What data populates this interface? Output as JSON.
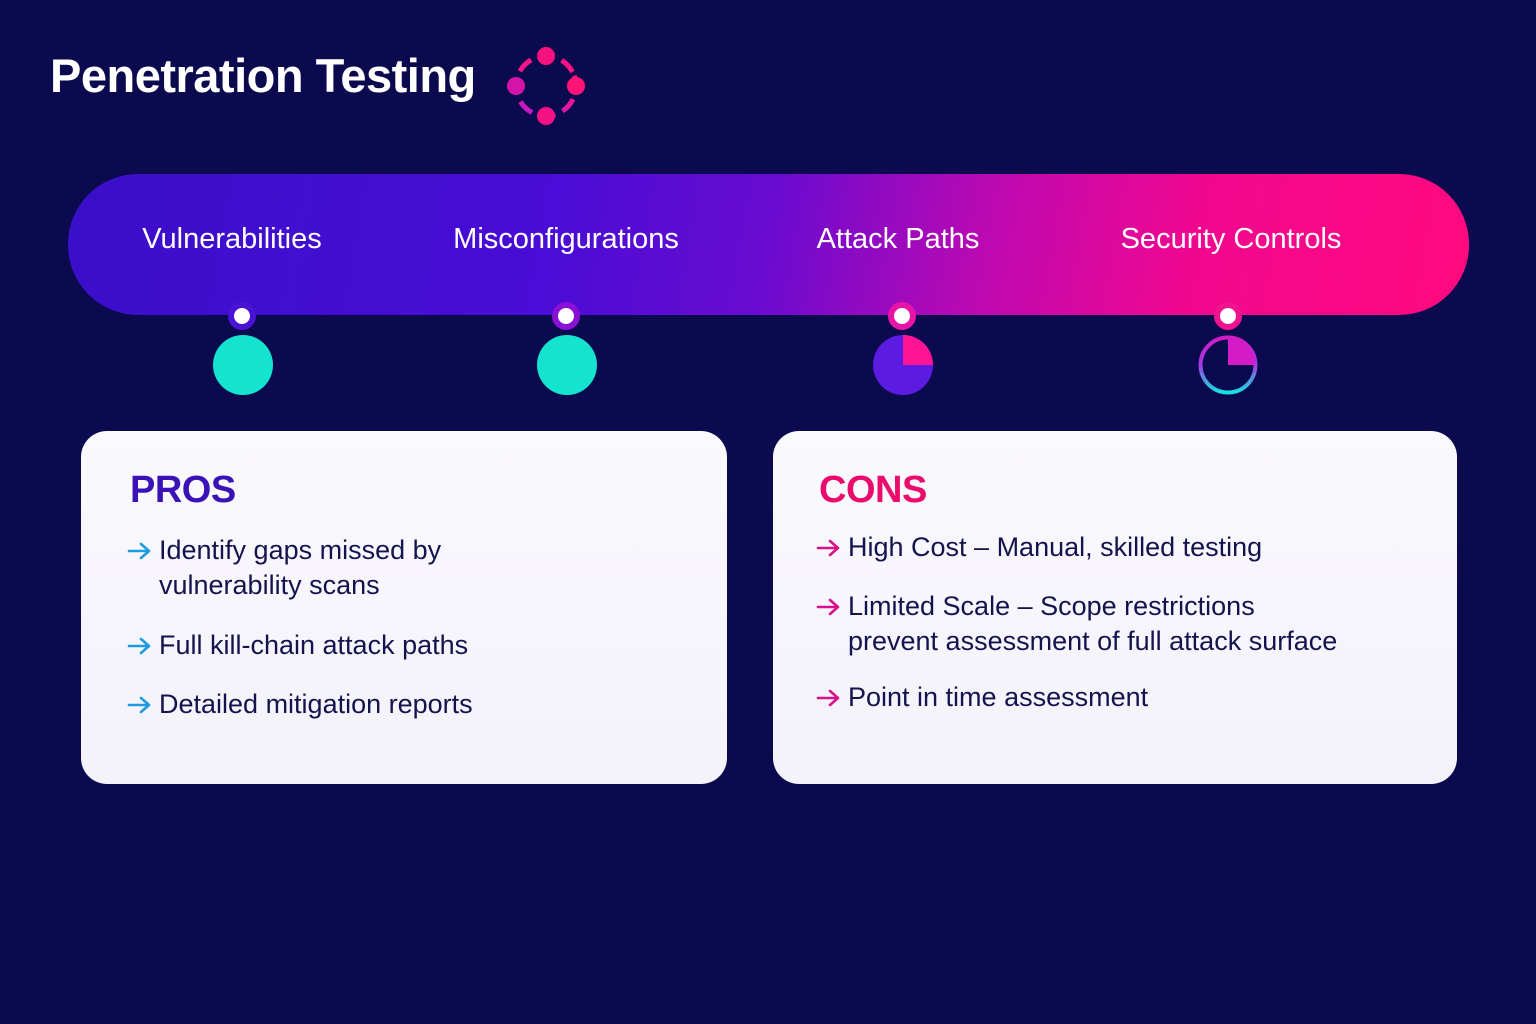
{
  "header": {
    "title": "Penetration Testing",
    "logo_icon": "network-ring-icon"
  },
  "banner": {
    "items": [
      {
        "label": "Vulnerabilities",
        "status": "full",
        "status_icon": "filled-circle-icon"
      },
      {
        "label": "Misconfigurations",
        "status": "full",
        "status_icon": "filled-circle-icon"
      },
      {
        "label": "Attack Paths",
        "status": "partial",
        "status_icon": "pie-quarter-icon"
      },
      {
        "label": "Security Controls",
        "status": "limited",
        "status_icon": "ring-quarter-icon"
      }
    ]
  },
  "pros": {
    "heading": "PROS",
    "items": [
      "Identify gaps missed by\nvulnerability scans",
      "Full kill-chain attack paths",
      "Detailed mitigation reports"
    ]
  },
  "cons": {
    "heading": "CONS",
    "items": [
      "High Cost – Manual, skilled testing",
      "Limited Scale – Scope restrictions\nprevent assessment of full attack surface",
      "Point in time assessment"
    ]
  },
  "colors": {
    "background": "#0c0a4e",
    "banner_start": "#3a0fc9",
    "banner_end": "#ff0a7e",
    "teal": "#14e3cf",
    "violet": "#5b1be0",
    "pink": "#ff1493",
    "pros_heading": "#3a12b8",
    "cons_heading": "#ea0b6c",
    "pros_arrow": "#1e9be0",
    "cons_arrow": "#d8108a",
    "body_text": "#14134e",
    "card_bg": "#f7f6fb"
  }
}
